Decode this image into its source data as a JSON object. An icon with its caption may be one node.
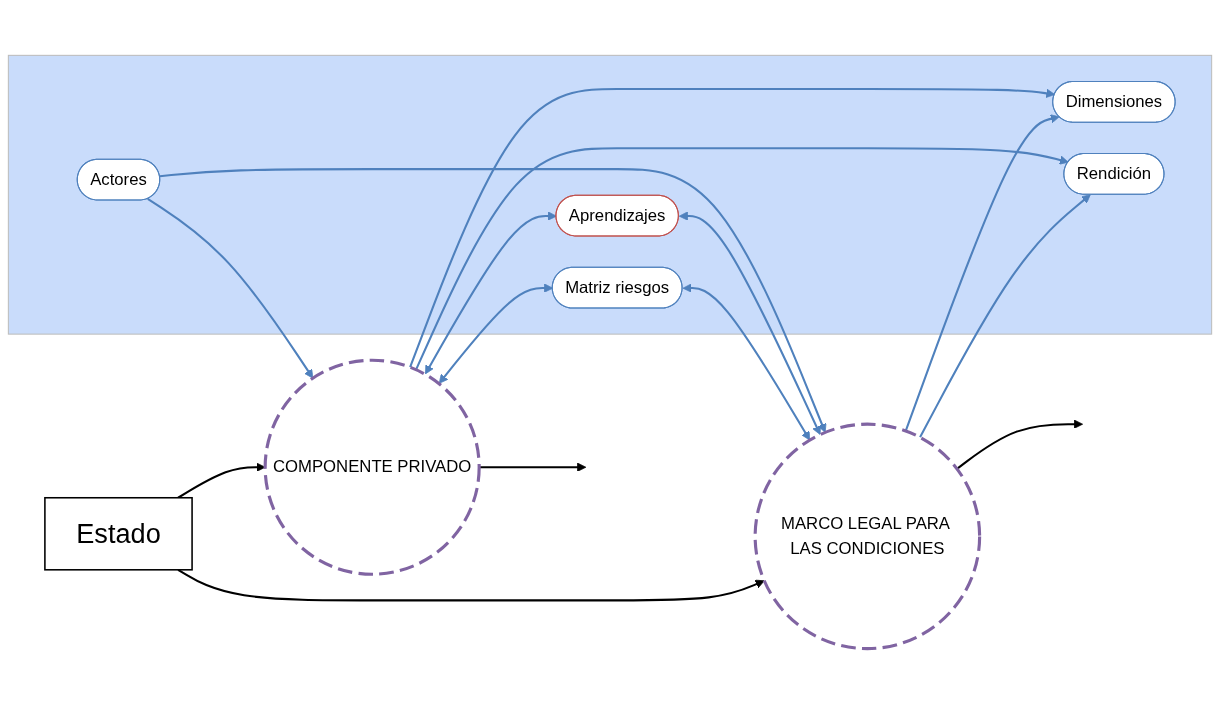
{
  "diagram": {
    "nodes": [
      {
        "text": [
          "Estado"
        ]
      },
      {
        "text": [
          "COMPONENTE PRIVADO"
        ]
      },
      {
        "text": [],
        "shape": "box"
      },
      {
        "text": [
          "Dimensiones"
        ],
        "in": 2
      },
      {
        "text": [
          "Actores"
        ],
        "in": 2
      },
      {
        "text": [
          "Aprendizajes"
        ],
        "in": 2
      },
      {
        "text": [
          "Rendición"
        ],
        "in": 2
      },
      {
        "text": [
          "Matriz riesgos"
        ],
        "in": 2
      },
      {
        "text": [
          "MARCO LEGAL PARA LAS CONDICIONES"
        ]
      }
    ],
    "edges": [
      {
        "from": 0,
        "to": 1,
        "arrow": "to",
        "color": "#000000"
      },
      {
        "from": 0,
        "to": 8,
        "arrow": "to",
        "color": "#000000"
      },
      {
        "from": 1,
        "to": 3,
        "arrow": "to"
      },
      {
        "from": 8,
        "to": 3,
        "arrow": "to"
      },
      {
        "from": 4,
        "to": 1,
        "arrow": "to"
      },
      {
        "from": 4,
        "to": 8,
        "arrow": "to"
      },
      {
        "from": 1,
        "to": 5,
        "arrow": "both"
      },
      {
        "from": 5,
        "to": 8,
        "arrow": "both"
      },
      {
        "from": 1,
        "to": 6,
        "arrow": "to"
      },
      {
        "from": 8,
        "to": 6,
        "arrow": "to"
      },
      {
        "from": 1,
        "to": 7,
        "arrow": "both"
      },
      {
        "from": 7,
        "to": 8,
        "arrow": "both"
      },
      {
        "from": 1,
        "to": null,
        "arrow": "to",
        "color": "#000000"
      },
      {
        "from": 8,
        "to": null,
        "arrow": "to",
        "color": "#000000"
      }
    ]
  }
}
